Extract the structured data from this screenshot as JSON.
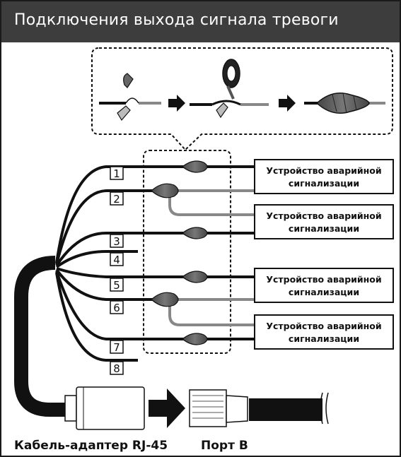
{
  "title": "Подключения выхода сигнала тревоги",
  "wire_numbers": [
    "1",
    "2",
    "3",
    "4",
    "5",
    "6",
    "7",
    "8"
  ],
  "devices": [
    {
      "line1": "Устройство аварийной",
      "line2": "сигнализации"
    },
    {
      "line1": "Устройство аварийной",
      "line2": "сигнализации"
    },
    {
      "line1": "Устройство аварийной",
      "line2": "сигнализации"
    },
    {
      "line1": "Устройство аварийной",
      "line2": "сигнализации"
    }
  ],
  "bottom_labels": {
    "adapter": "Кабель-адаптер RJ-45",
    "port": "Порт B"
  },
  "colors": {
    "header_bg": "#3d3d3d",
    "wire_dark": "#111111",
    "wire_gray": "#8a8a8a"
  }
}
